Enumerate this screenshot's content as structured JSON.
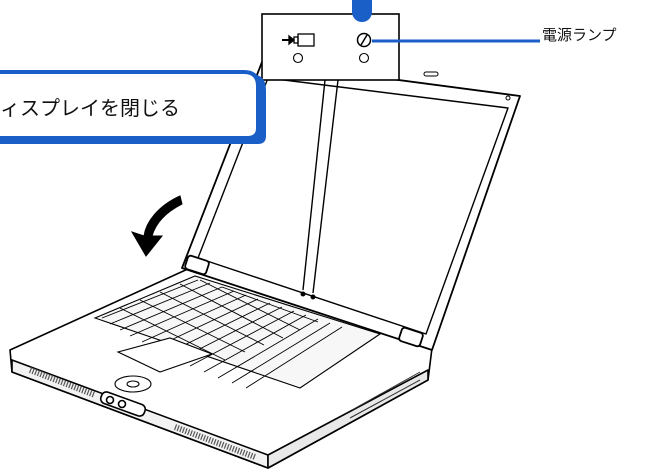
{
  "callout": {
    "text": "ィスプレイを閉じる"
  },
  "indicator_panel": {
    "battery_icon": "battery-charge-icon",
    "power_icon": "power-icon"
  },
  "power_lamp": {
    "label": "電源ランプ"
  },
  "colors": {
    "accent": "#1a5ec8",
    "line": "#000000",
    "panel_bg": "#ffffff"
  },
  "illustration": {
    "subject": "notebook-computer",
    "action_icon": "close-arrow-icon"
  }
}
